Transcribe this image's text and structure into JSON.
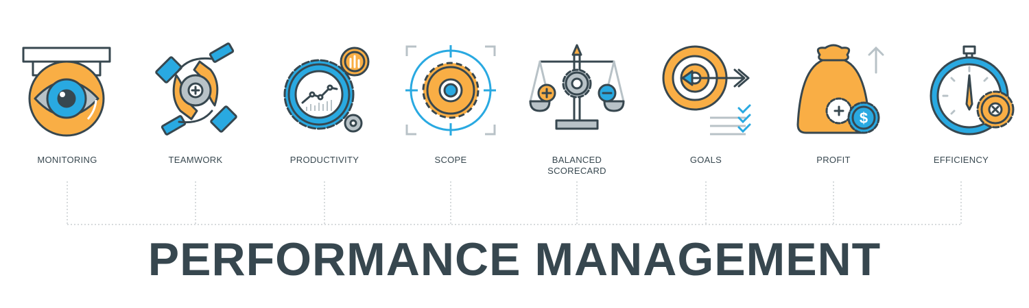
{
  "title": "PERFORMANCE MANAGEMENT",
  "items": [
    {
      "label": "MONITORING",
      "icon": "eye-camera-icon"
    },
    {
      "label": "TEAMWORK",
      "icon": "hands-gear-icon"
    },
    {
      "label": "PRODUCTIVITY",
      "icon": "gear-chart-icon"
    },
    {
      "label": "SCOPE",
      "icon": "target-gear-icon"
    },
    {
      "label": "BALANCED\nSCORECARD",
      "icon": "balance-scale-icon"
    },
    {
      "label": "GOALS",
      "icon": "target-arrow-icon"
    },
    {
      "label": "PROFIT",
      "icon": "money-bag-icon"
    },
    {
      "label": "EFFICIENCY",
      "icon": "stopwatch-gear-icon"
    }
  ],
  "colors": {
    "dark": "#37474f",
    "orange": "#f9ae45",
    "blue": "#29a9e1",
    "grey": "#b8c2c7",
    "line": "#cfd4d6"
  }
}
